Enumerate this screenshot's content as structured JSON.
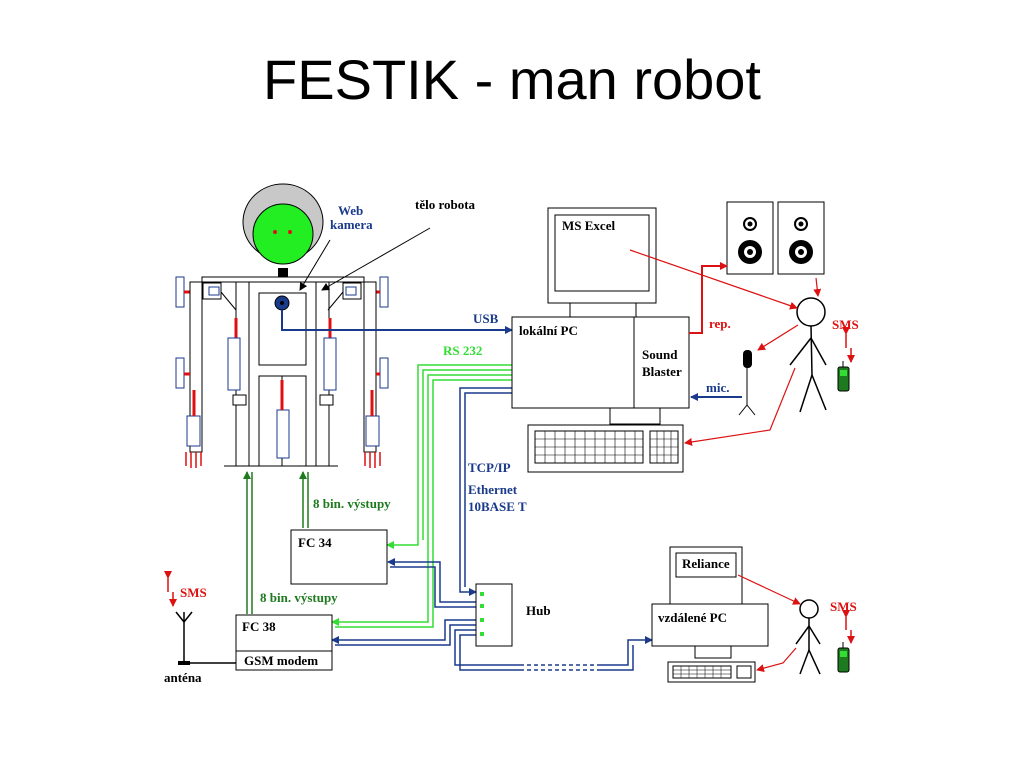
{
  "title": "FESTIK - man robot",
  "labels": {
    "web_camera": [
      "Web",
      "kamera"
    ],
    "robot_body": "tělo robota",
    "usb": "USB",
    "rs232": "RS 232",
    "tcpip": "TCP/IP",
    "ethernet": [
      "Ethernet",
      "10BASE T"
    ],
    "bin_outputs_1": "8 bin. výstupy",
    "bin_outputs_2": "8 bin. výstupy",
    "fc34": "FC 34",
    "fc38": "FC 38",
    "gsm_modem": "GSM modem",
    "antenna": "anténa",
    "sms_left": "SMS",
    "sms_right_top": "SMS",
    "sms_right_bottom": "SMS",
    "hub": "Hub",
    "ms_excel": "MS Excel",
    "local_pc": "lokální PC",
    "sound_blaster": [
      "Sound",
      "Blaster"
    ],
    "rep": "rep.",
    "mic": "mic.",
    "reliance": "Reliance",
    "remote_pc": "vzdálené PC"
  },
  "colors": {
    "blue": "#1a3a8c",
    "green": "#1e7a1e",
    "light_green": "#33dd33",
    "red": "#dd1111",
    "head_green": "#22ee22",
    "head_gray": "#c8c8c8"
  }
}
